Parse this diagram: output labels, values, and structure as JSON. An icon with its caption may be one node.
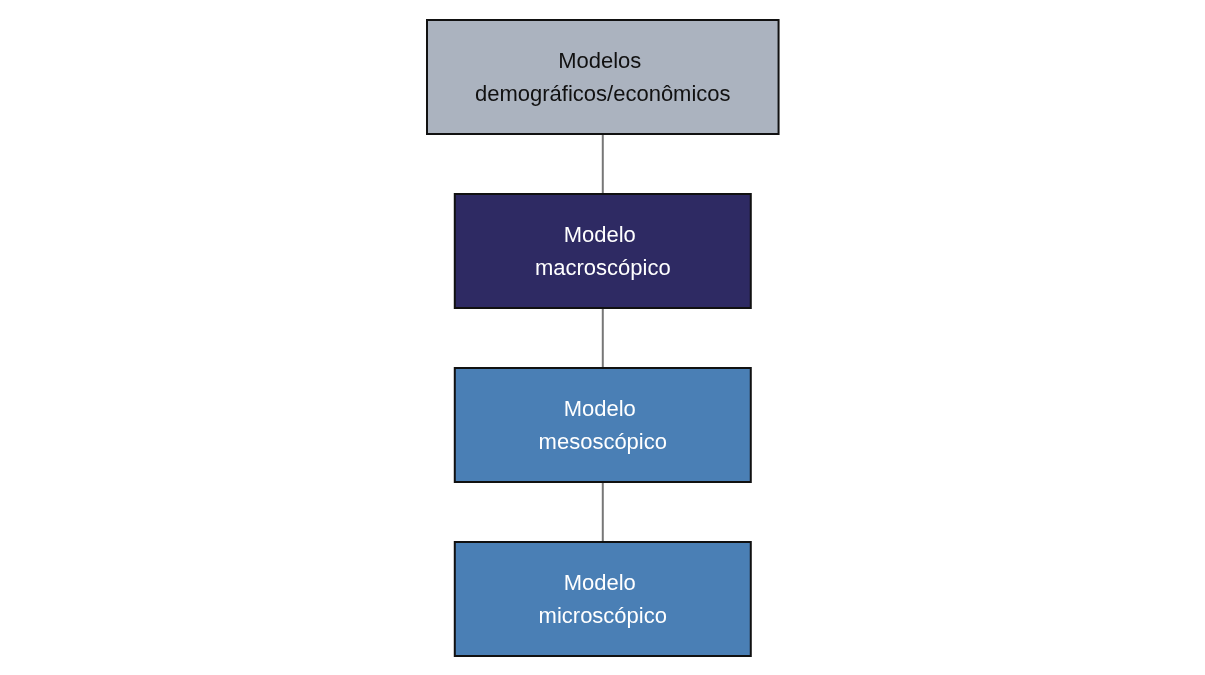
{
  "diagram": {
    "nodes": [
      {
        "text": [
          "Modelos demográficos/econômicos"
        ]
      },
      {
        "text": [
          "Modelo macroscópico"
        ]
      },
      {
        "text": [
          "Modelo mesoscópico"
        ]
      },
      {
        "text": [
          "Modelo microscópico"
        ]
      }
    ],
    "edges": [
      {
        "from": 0,
        "to": 1,
        "arrow": "none"
      },
      {
        "from": 1,
        "to": 2,
        "arrow": "none"
      },
      {
        "from": 2,
        "to": 3,
        "arrow": "none"
      }
    ]
  }
}
